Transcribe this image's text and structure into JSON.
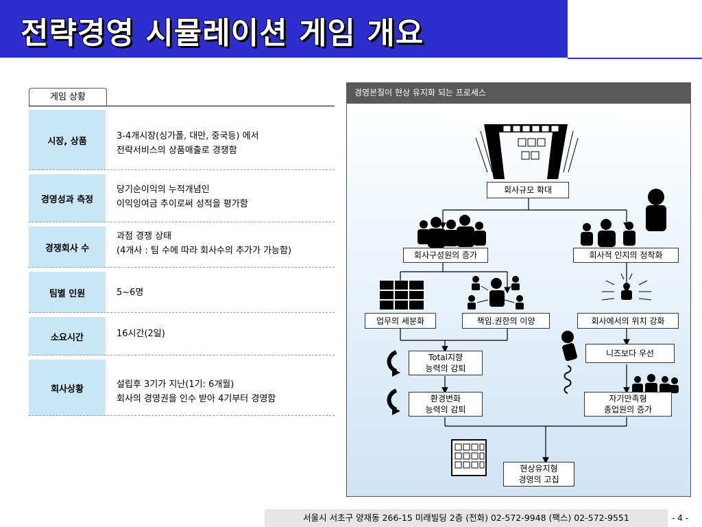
{
  "title": "전략경영 시뮬레이션 게임 개요",
  "left": {
    "tab_label": "게임 상황",
    "rows": [
      {
        "head": "시장, 상품",
        "lines": [
          "3-4개시장(싱가폴, 대만, 중국등) 에서",
          "전략서비스의  상품매출로 경쟁함"
        ]
      },
      {
        "head": "경영성과 측정",
        "lines": [
          "당기순이익의 누적개념인",
          "이익잉여금 추이로써 성적을 평가함"
        ]
      },
      {
        "head": "경쟁회사 수",
        "lines": [
          "과점 경쟁 상태",
          "(4개사 : 팀 수에 따라 회사수의  추가가  가능함)"
        ]
      },
      {
        "head": "팀별 인원",
        "lines": [
          "5~6명"
        ]
      },
      {
        "head": "소요시간",
        "lines": [
          "16시간(2일)"
        ]
      },
      {
        "head": "회사상황",
        "lines": [
          "설립후 3기가 지난(1기: 6개월)",
          "회사의 경영권을 인수 받아  4기부터 경영함"
        ]
      }
    ]
  },
  "diagram": {
    "header": "경영본질이 현상 유지화 되는 프로세스",
    "boxes": {
      "expand": "회사규모 확대",
      "members": "회사구성원의 증가",
      "recognition": "회사적 인지의 정착화",
      "division": "업무의 세분화",
      "responsibility": "책임.권한의 이양",
      "position": "회사에서의 위치 강화",
      "needs": "니즈보다   우선",
      "total_1": "Total지향",
      "total_2": "능력의 감퇴",
      "env_1": "환경변화",
      "env_2": "능력의 감퇴",
      "self_1": "자기만족형",
      "self_2": "종업원의 증가",
      "status_1": "현상유지형",
      "status_2": "경영의 고집"
    }
  },
  "footer": "서울시 서초구 양재동 266-15 미래빌딩 2층 (전화) 02-572-9948  (팩스) 02-572-9551",
  "page": "- 4 -"
}
